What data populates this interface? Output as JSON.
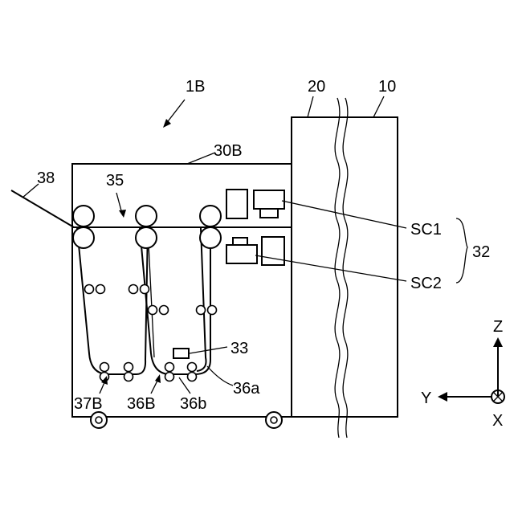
{
  "labels": {
    "device": "1B",
    "housing": "30B",
    "apparatus_20": "20",
    "apparatus_10": "10",
    "tray": "38",
    "path": "35",
    "sc1": "SC1",
    "sc2": "SC2",
    "group": "32",
    "sensor": "33",
    "path_37B": "37B",
    "path_36B": "36B",
    "roller_36b": "36b",
    "path_36a": "36a"
  },
  "axes": {
    "z": "Z",
    "y": "Y",
    "x": "X"
  }
}
